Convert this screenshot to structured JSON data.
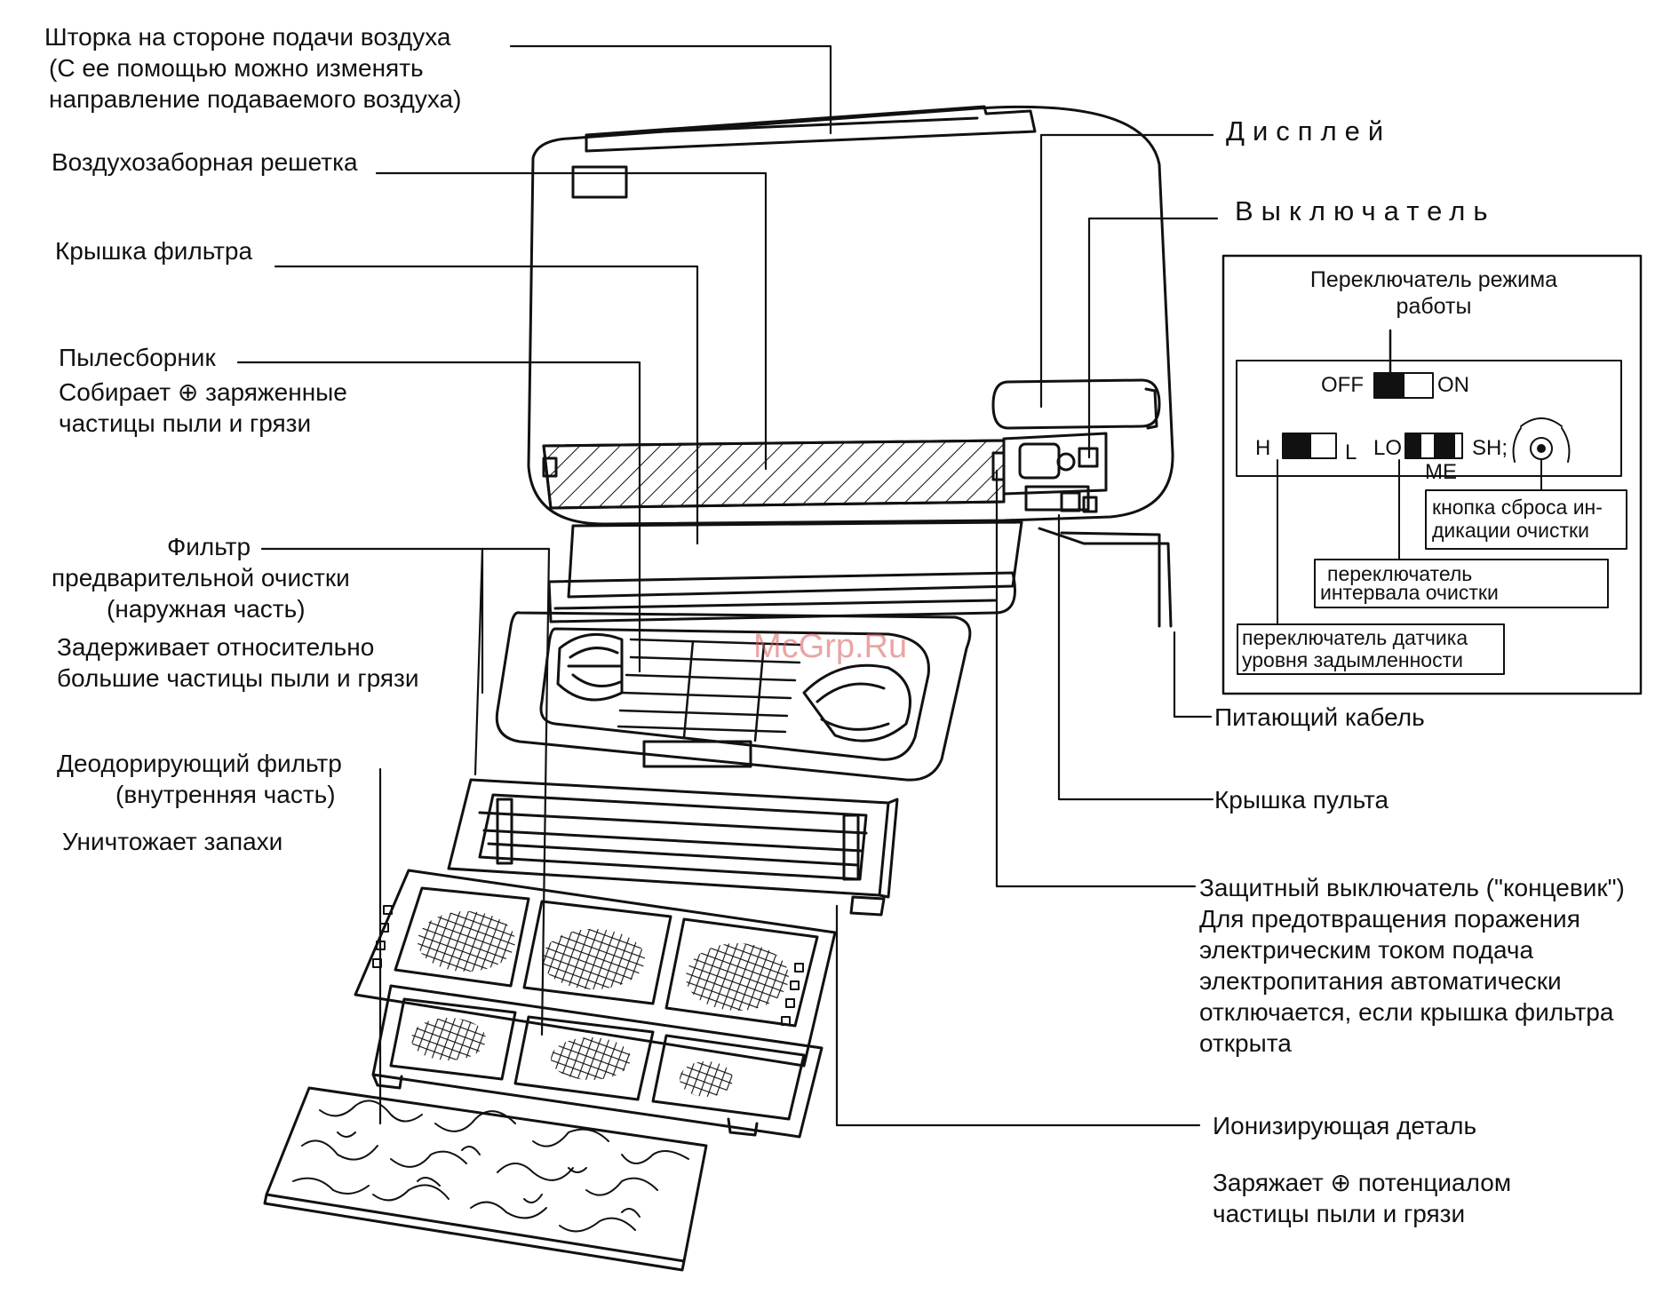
{
  "labels": {
    "air_shutter": [
      "Шторка на стороне подачи воздуха",
      "(С ее помощью можно изменять",
      "направление подаваемого воздуха)"
    ],
    "intake_grille": "Воздухозаборная решетка",
    "filter_cover": "Крышка фильтра",
    "dust_collector": [
      "Пылесборник",
      "Собирает ⊕ заряженные",
      "частицы пыли и грязи"
    ],
    "prefilter": [
      "Фильтр",
      "предварительной  очистки",
      "(наружная часть)",
      "Задерживает относительно",
      "большие частицы пыли и грязи"
    ],
    "deodor_filter": [
      "Деодорирующий фильтр",
      "(внутренняя часть)",
      "Уничтожает запахи"
    ],
    "display": "Дисплей",
    "switch": "Выключатель",
    "mode_switch": [
      "Переключатель режима",
      "работы"
    ],
    "off": "OFF",
    "on": "ON",
    "h": "H",
    "l": "L",
    "lo": "LO",
    "sh": "SH;",
    "me": "ME",
    "reset_button": [
      "кнопка сброса ин-",
      "дикации очистки"
    ],
    "interval_switch": [
      "переключатель",
      "интервала очистки"
    ],
    "smoke_sensor_switch": [
      "переключатель датчика",
      "уровня задымленности"
    ],
    "power_cable": "Питающий кабель",
    "panel_cover": "Крышка пульта",
    "safety_switch": [
      "Защитный выключатель (\"концевик\")",
      "Для предотвращения поражения",
      "электрическим током подача",
      "электропитания автоматически",
      "отключается, если крышка фильтра",
      "открыта"
    ],
    "ionizer": [
      "Ионизирующая деталь",
      "Заряжает ⊕ потенциалом",
      "частицы пыли и грязи"
    ]
  },
  "watermark": "McGrp.Ru"
}
